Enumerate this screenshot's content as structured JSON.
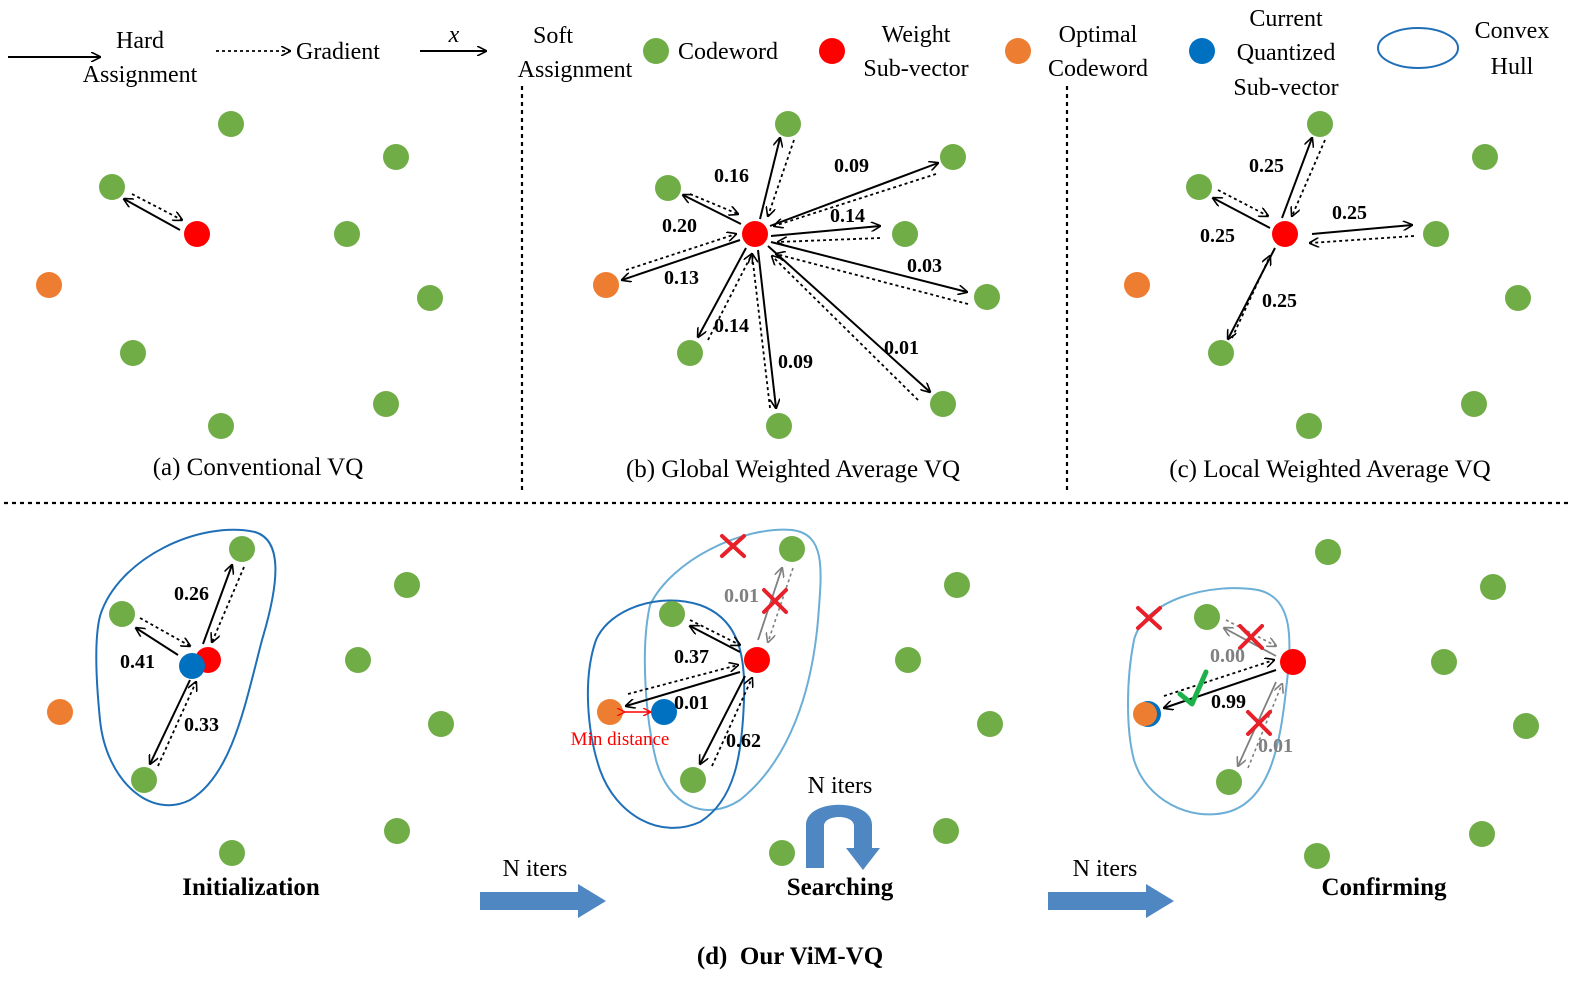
{
  "legend": {
    "hard_line1": "Hard",
    "hard_line2": "Assignment",
    "gradient": "Gradient",
    "soft_symbol": "x",
    "soft_line1": "Soft",
    "soft_line2": "Assignment",
    "codeword": "Codeword",
    "weight_line1": "Weight",
    "weight_line2": "Sub-vector",
    "optimal_line1": "Optimal",
    "optimal_line2": "Codeword",
    "current_line1": "Current",
    "current_line2": "Quantized",
    "current_line3": "Sub-vector",
    "hull_line1": "Convex",
    "hull_line2": "Hull"
  },
  "colors": {
    "codeword": "#70AD47",
    "weight": "#FF0000",
    "optimal": "#ED7D31",
    "current": "#0070C0",
    "hull_dark": "#1F6FB8",
    "hull_light": "#6BAED6",
    "iter_arrow": "#4E87C2",
    "cross": "#E8202A",
    "check": "#1DB14B",
    "grey_text": "#808080"
  },
  "panels": {
    "a": {
      "caption": "(a) Conventional VQ"
    },
    "b": {
      "caption": "(b) Global Weighted Average VQ",
      "weights": [
        "0.16",
        "0.09",
        "0.20",
        "0.14",
        "0.13",
        "0.03",
        "0.14",
        "0.09",
        "0.01"
      ]
    },
    "c": {
      "caption": "(c) Local Weighted Average VQ",
      "weights": [
        "0.25",
        "0.25",
        "0.25",
        "0.25"
      ]
    }
  },
  "panel_d": {
    "caption": "(d)  Our ViM-VQ",
    "init": {
      "label": "Initialization",
      "weights": [
        "0.26",
        "0.41",
        "0.33"
      ]
    },
    "search": {
      "label": "Searching",
      "weights": [
        "0.01",
        "0.37",
        "0.01",
        "0.62"
      ],
      "min_distance": "Min distance",
      "loop_label": "N iters"
    },
    "confirm": {
      "label": "Confirming",
      "weights": [
        "0.00",
        "0.99",
        "0.01"
      ]
    },
    "iter_arrow_1": "N iters",
    "iter_arrow_2": "N iters"
  }
}
